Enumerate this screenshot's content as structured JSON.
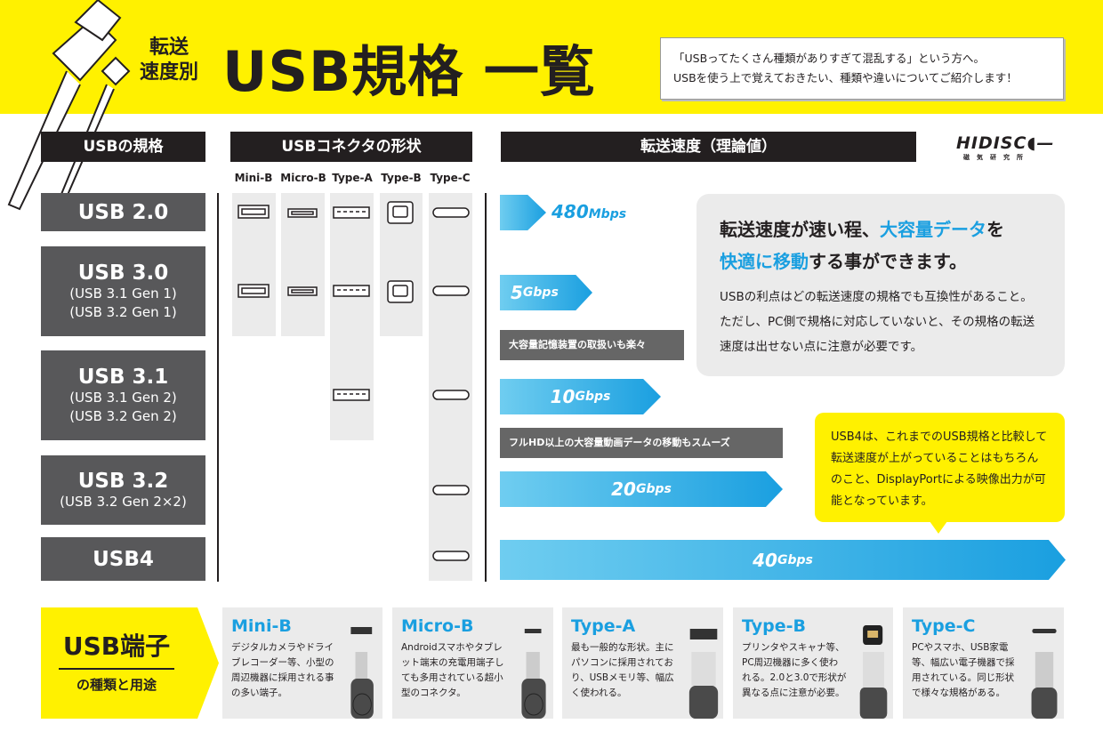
{
  "header": {
    "title_small_1": "転送",
    "title_small_2": "速度別",
    "title": "USB規格 一覧",
    "intro_1": "「USBってたくさん種類がありすぎて混乱する」という方へ。",
    "intro_2": "USBを使う上で覚えておきたい、種類や違いについてご紹介します！"
  },
  "logo": {
    "name": "HIDISC",
    "sub": "磁気研究所"
  },
  "sections": {
    "standards": "USBの規格",
    "connectors": "USBコネクタの形状",
    "speed": "転送速度（理論値）"
  },
  "connector_types": [
    "Mini-B",
    "Micro-B",
    "Type-A",
    "Type-B",
    "Type-C"
  ],
  "rows": [
    {
      "name": "USB 2.0",
      "sub1": "",
      "sub2": ""
    },
    {
      "name": "USB 3.0",
      "sub1": "(USB 3.1 Gen 1)",
      "sub2": "(USB 3.2 Gen 1)"
    },
    {
      "name": "USB 3.1",
      "sub1": "(USB 3.1 Gen 2)",
      "sub2": "(USB 3.2 Gen 2)"
    },
    {
      "name": "USB 3.2",
      "sub1": "(USB 3.2 Gen 2×2)",
      "sub2": ""
    },
    {
      "name": "USB4",
      "sub1": "",
      "sub2": ""
    }
  ],
  "speeds": [
    {
      "value": "480",
      "unit": "Mbps"
    },
    {
      "value": "5",
      "unit": "Gbps"
    },
    {
      "value": "10",
      "unit": "Gbps"
    },
    {
      "value": "20",
      "unit": "Gbps"
    },
    {
      "value": "40",
      "unit": "Gbps"
    }
  ],
  "notes": [
    "大容量記憶装置の取扱いも楽々",
    "フルHD以上の大容量動画データの移動もスムーズ"
  ],
  "info": {
    "head_1": "転送速度が速い程、",
    "head_hl_1": "大容量データ",
    "head_2": "を",
    "head_hl_2": "快適に移動",
    "head_3": "する事ができます。",
    "body": "USBの利点はどの転送速度の規格でも互換性があること。ただし、PC側で規格に対応していないと、その規格の転送速度は出せない点に注意が必要です。"
  },
  "callout": "USB4は、これまでのUSB規格と比較して転送速度が上がっていることはもちろんのこと、DisplayPortによる映像出力が可能となっています。",
  "bottom": {
    "title": "USB端子",
    "subtitle": "の種類と用途",
    "cards": [
      {
        "name": "Mini-B",
        "desc": "デジタルカメラやドライブレコーダー等、小型の周辺機器に採用される事の多い端子。"
      },
      {
        "name": "Micro-B",
        "desc": "Androidスマホやタブレット端末の充電用端子しても多用されている超小型のコネクタ。"
      },
      {
        "name": "Type-A",
        "desc": "最も一般的な形状。主にパソコンに採用されており、USBメモリ等、幅広く使われる。"
      },
      {
        "name": "Type-B",
        "desc": "プリンタやスキャナ等、PC周辺機器に多く使われる。2.0と3.0で形状が異なる点に注意が必要。"
      },
      {
        "name": "Type-C",
        "desc": "PCやスマホ、USB家電等、幅広い電子機器で採用されている。同じ形状で様々な規格がある。"
      }
    ]
  },
  "colors": {
    "yellow": "#fff100",
    "blue": "#1a9fe0",
    "dark": "#231f20",
    "gray": "#58585a"
  }
}
